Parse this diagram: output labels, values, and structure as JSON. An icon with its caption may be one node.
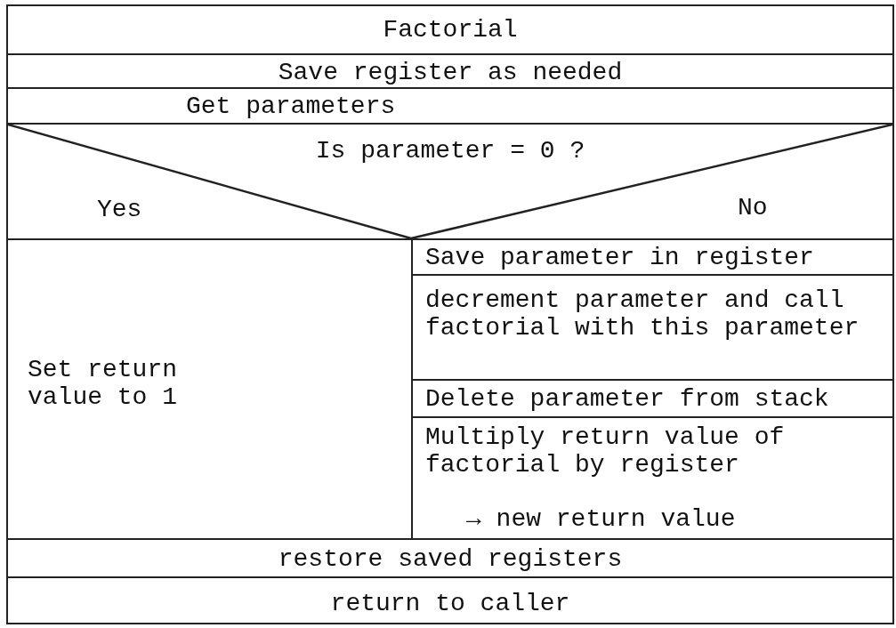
{
  "diagram": {
    "nodes": [
      {
        "text": [
          "Factorial"
        ]
      },
      {
        "text": [
          "Save register as needed"
        ]
      },
      {
        "text": [
          "Get parameters"
        ]
      },
      {
        "text": [
          "Is parameter = 0 ?",
          "Yes",
          "No"
        ]
      },
      {
        "text": [
          "Set return value to 1"
        ]
      },
      {
        "text": [
          "Save parameter in register"
        ]
      },
      {
        "text": [
          "decrement parameter and call factorial with this parameter"
        ]
      },
      {
        "text": [
          "Delete parameter from stack"
        ]
      },
      {
        "text": [
          "Multiply return value of factorial by register",
          "→ new return value"
        ]
      },
      {
        "text": [
          "restore saved registers"
        ]
      },
      {
        "text": [
          "return to caller"
        ]
      }
    ]
  }
}
